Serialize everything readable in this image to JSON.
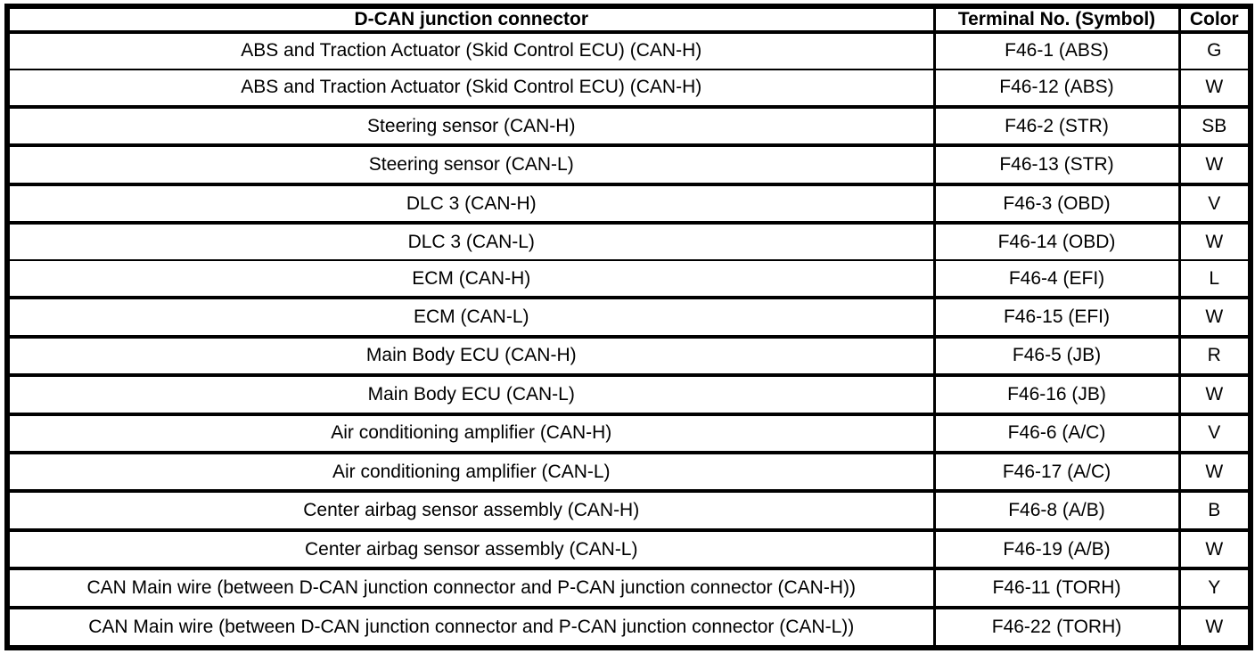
{
  "colors": {
    "border": "#000000",
    "background": "#ffffff",
    "text": "#000000"
  },
  "table": {
    "columns": [
      {
        "label": "D-CAN junction connector"
      },
      {
        "label": "Terminal No. (Symbol)"
      },
      {
        "label": "Color"
      }
    ],
    "rows": [
      {
        "device": "ABS and Traction Actuator (Skid Control ECU) (CAN-H)",
        "terminal": "F46-1 (ABS)",
        "color": "G"
      },
      {
        "device": "ABS and Traction Actuator (Skid Control ECU) (CAN-H)",
        "terminal": "F46-12 (ABS)",
        "color": "W"
      },
      {
        "device": "Steering sensor (CAN-H)",
        "terminal": "F46-2 (STR)",
        "color": "SB"
      },
      {
        "device": "Steering sensor (CAN-L)",
        "terminal": "F46-13 (STR)",
        "color": "W"
      },
      {
        "device": "DLC 3 (CAN-H)",
        "terminal": "F46-3 (OBD)",
        "color": "V"
      },
      {
        "device": "DLC 3 (CAN-L)",
        "terminal": "F46-14 (OBD)",
        "color": "W"
      },
      {
        "device": "ECM (CAN-H)",
        "terminal": "F46-4 (EFI)",
        "color": "L"
      },
      {
        "device": "ECM (CAN-L)",
        "terminal": "F46-15 (EFI)",
        "color": "W"
      },
      {
        "device": "Main Body ECU (CAN-H)",
        "terminal": "F46-5 (JB)",
        "color": "R"
      },
      {
        "device": "Main Body ECU (CAN-L)",
        "terminal": "F46-16 (JB)",
        "color": "W"
      },
      {
        "device": "Air conditioning amplifier (CAN-H)",
        "terminal": "F46-6 (A/C)",
        "color": "V"
      },
      {
        "device": "Air conditioning amplifier (CAN-L)",
        "terminal": "F46-17 (A/C)",
        "color": "W"
      },
      {
        "device": "Center airbag sensor assembly (CAN-H)",
        "terminal": "F46-8 (A/B)",
        "color": "B"
      },
      {
        "device": "Center airbag sensor assembly (CAN-L)",
        "terminal": "F46-19 (A/B)",
        "color": "W"
      },
      {
        "device": "CAN Main wire (between D-CAN junction connector and P-CAN junction connector (CAN-H))",
        "terminal": "F46-11 (TORH)",
        "color": "Y"
      },
      {
        "device": "CAN Main wire (between D-CAN junction connector and P-CAN junction connector (CAN-L))",
        "terminal": "F46-22 (TORH)",
        "color": "W"
      }
    ]
  }
}
